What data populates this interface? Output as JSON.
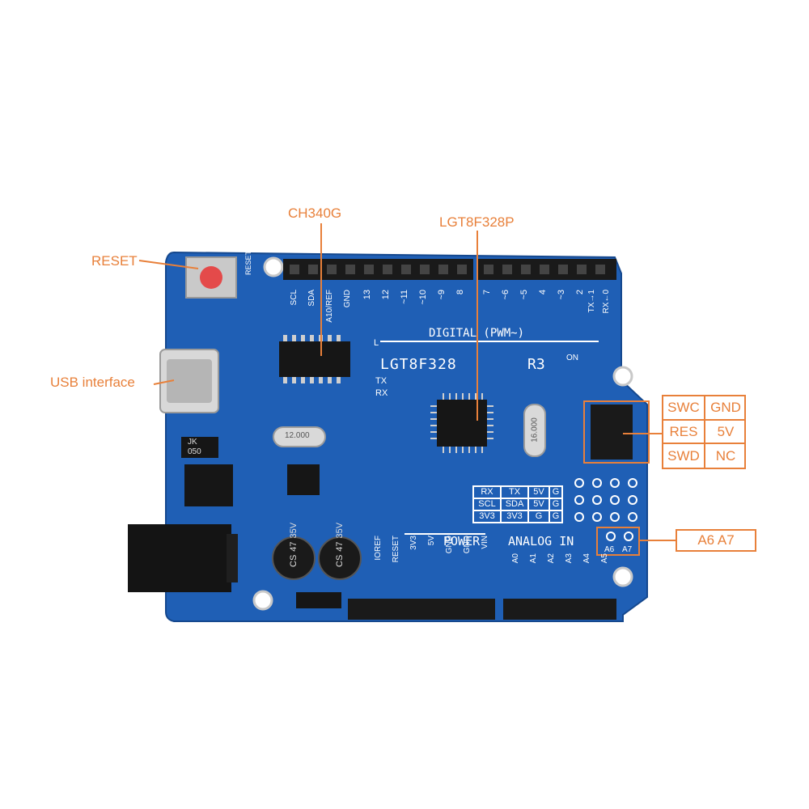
{
  "callouts": {
    "ch340g": "CH340G",
    "lgt8f328p": "LGT8F328P",
    "reset": "RESET",
    "usb": "USB interface",
    "a6a7": "A6 A7"
  },
  "swd_table": [
    [
      "SWC",
      "GND"
    ],
    [
      "RES",
      "5V"
    ],
    [
      "SWD",
      "NC"
    ]
  ],
  "board": {
    "model": "LGT8F328",
    "revision": "R3",
    "digital_label": "DIGITAL (PWM~)",
    "power_label": "POWER",
    "analog_label": "ANALOG IN",
    "reset_label": "RESET",
    "on_label": "ON",
    "led_l": "L",
    "led_tx": "TX",
    "led_rx": "RX",
    "crystal1": "12.000",
    "crystal2": "16.000",
    "regulator": [
      "JK",
      "050"
    ],
    "cap_text": [
      "CS",
      "47",
      "35V"
    ],
    "digital_pins": [
      "SCL",
      "SDA",
      "A10/REF",
      "GND",
      "13",
      "12",
      "~11",
      "~10",
      "~9",
      "8",
      "7",
      "~6",
      "~5",
      "4",
      "~3",
      "2",
      "TX→1",
      "RX←0"
    ],
    "power_pins": [
      "IOREF",
      "RESET",
      "3V3",
      "5V",
      "GND",
      "GND",
      "VIN"
    ],
    "analog_pins": [
      "A0",
      "A1",
      "A2",
      "A3",
      "A4",
      "A5"
    ],
    "a6a7_labels": [
      "A6",
      "A7"
    ],
    "pin_table": [
      [
        "RX",
        "TX",
        "5V",
        "G"
      ],
      [
        "SCL",
        "SDA",
        "5V",
        "G"
      ],
      [
        "3V3",
        "3V3",
        "G",
        "G"
      ]
    ]
  },
  "colors": {
    "accent": "#e8803a",
    "pcb": "#1f5fb5",
    "silkscreen": "#ffffff",
    "header": "#1a1a1a"
  }
}
